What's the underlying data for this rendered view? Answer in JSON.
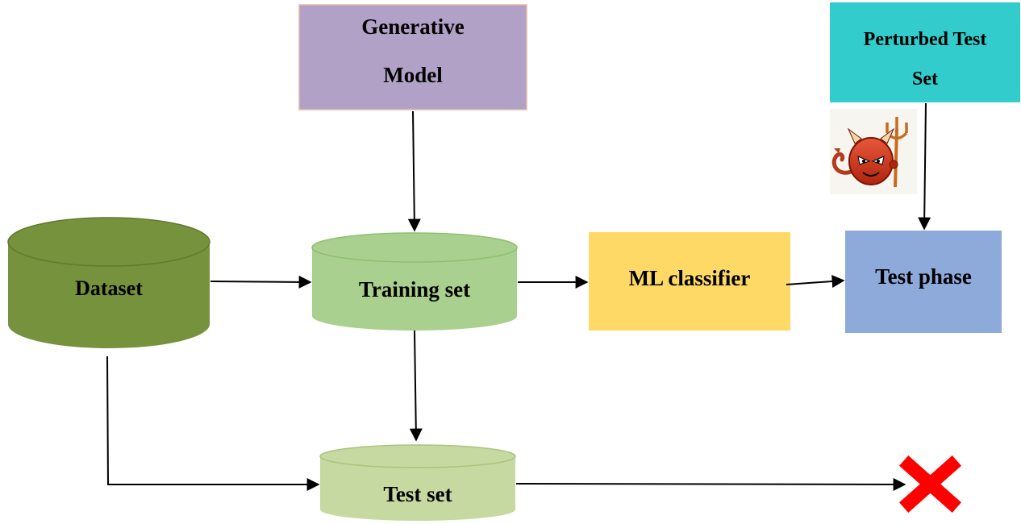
{
  "nodes": {
    "generative_model": {
      "line1": "Generative",
      "line2": "Model",
      "color": "#b2a1c7"
    },
    "perturbed_test_set": {
      "line1": "Perturbed Test",
      "line2": "Set",
      "color": "#33cccc"
    },
    "dataset": {
      "label": "Dataset",
      "color": "#76923c"
    },
    "training_set": {
      "label": "Training set",
      "color": "#a9d08e"
    },
    "ml_classifier": {
      "label": "ML classifier",
      "color": "#ffd966"
    },
    "test_phase": {
      "label": "Test phase",
      "color": "#8eaadb"
    },
    "test_set": {
      "label": "Test set",
      "color": "#c5d9a0"
    }
  },
  "icons": {
    "adversary": "devil-icon",
    "rejected": "red-x-icon"
  },
  "colors": {
    "arrow": "#000000",
    "reject": "#ff0000"
  }
}
